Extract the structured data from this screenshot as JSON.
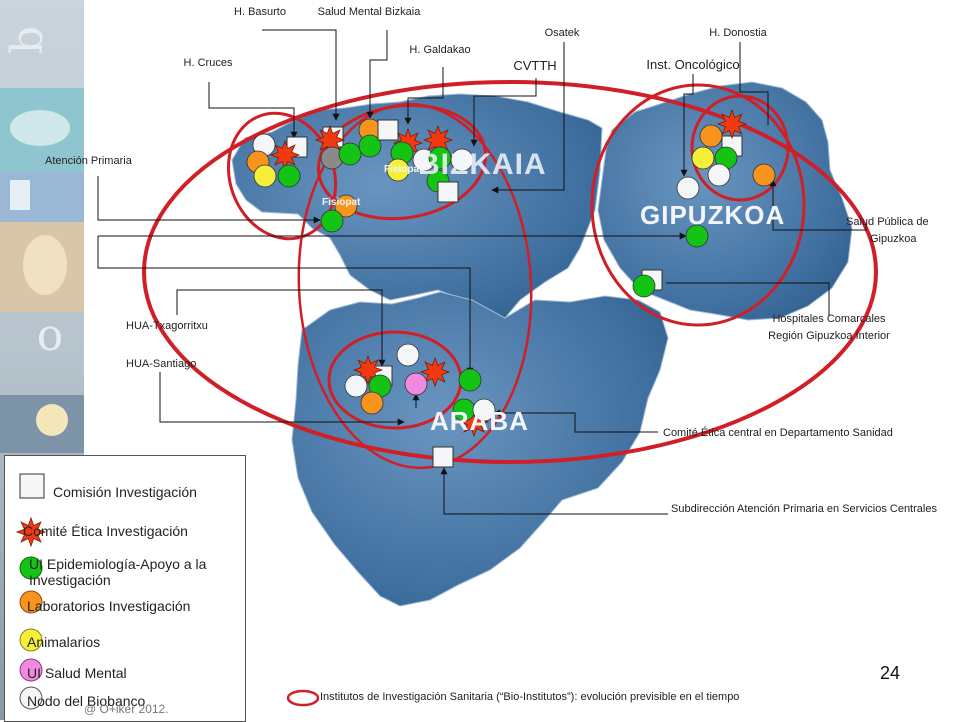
{
  "regions": {
    "bizkaia": "BIZKAIA",
    "gipuzkoa": "GIPUZKOA",
    "araba": "ARABA"
  },
  "labels": {
    "basurto": "H. Basurto",
    "salud_mental_bizkaia": "Salud Mental Bizkaia",
    "galdakao": "H. Galdakao",
    "osatek": "Osatek",
    "donostia": "H. Donostia",
    "cruces": "H. Cruces",
    "cvtth": "CVTTH",
    "inst_oncologico": "Inst. Oncológico",
    "atencion_primaria": "Atención Primaria",
    "salud_publica_gipuzkoa_1": "Salud Pública de",
    "salud_publica_gipuzkoa_2": "Gipuzkoa",
    "hosp_comarcales_1": "Hospitales Comarcales",
    "hosp_comarcales_2": "Región Gipuzkoa Interior",
    "hua_txagorritxu": "HUA-Txagorritxu",
    "hua_santiago": "HUA-Santiago",
    "comite_etica_central": "Comité Ética central en Departamento Sanidad",
    "subdireccion": "Subdirección Atención Primaria en Servicios Centrales",
    "fisiopat_1": "Fisiopat",
    "fisiopat_2": "Fisiopat"
  },
  "legend": {
    "comision": "Comisión Investigación",
    "comite": "Comité Ética Investigación",
    "ui_epi": "UI Epidemiología-Apoyo a la Investigación",
    "laboratorios": "Laboratorios Investigación",
    "animalarios": "Animalarios",
    "ui_salud_mental": "UI Salud Mental",
    "biobanco": "Nodo del Biobanco"
  },
  "footer": {
    "slide_number": "24",
    "copyright": "@ O+iker 2012.",
    "footnote": "Institutos de Investigación Sanitaria (“Bio-Institutos”): evolución previsible en el tiempo"
  },
  "colors": {
    "map_fill": "#3f6f9f",
    "institute_ring": "#d01f26",
    "green": "#14c414",
    "orange": "#f7941d",
    "yellow": "#f5ef3a",
    "pink": "#f08ae0",
    "white": "#f4f6f8",
    "gray": "#8a8a8a",
    "star": "#f23a12"
  },
  "icons": {
    "comision": "square-icon",
    "comite": "burst-star-icon",
    "circle": "circle-marker-icon",
    "institute": "ellipse-ring-icon"
  }
}
